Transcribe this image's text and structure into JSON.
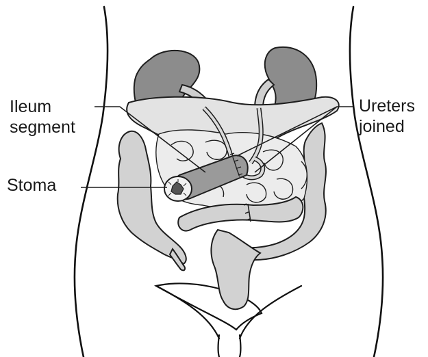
{
  "diagram": {
    "labels": {
      "ileum": [
        "Ileum",
        "segment"
      ],
      "ureters": [
        "Ureters",
        "joined"
      ],
      "stoma": "Stoma"
    },
    "colors": {
      "kidney": "#8c8c8c",
      "organ_fill": "#d2d2d2",
      "organ_light": "#e3e3e3",
      "ileum_fill": "#9a9a9a",
      "stroke": "#1e1e1e",
      "body_outline": "#111111"
    }
  }
}
